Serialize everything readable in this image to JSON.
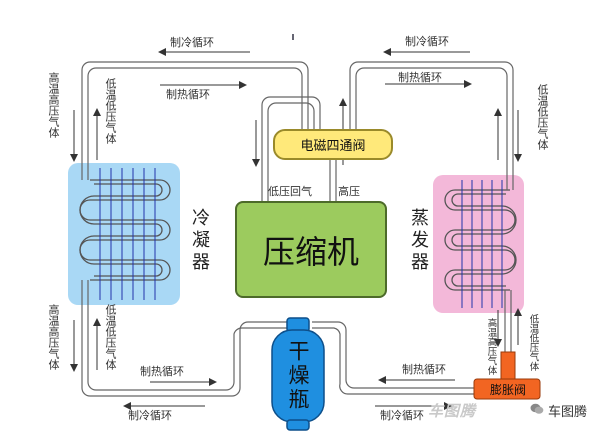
{
  "labels": {
    "cool_cycle_top_left": "制冷循环",
    "heat_cycle_top_left": "制热循环",
    "cool_cycle_top_right": "制冷循环",
    "heat_cycle_top_right": "制热循环",
    "high_temp_gas_left": "高温高压气体",
    "low_temp_gas_left": "低温低压气体",
    "low_temp_gas_right": "低温低压气体",
    "four_way_valve": "电磁四通阀",
    "low_pressure_return": "低压回气",
    "high_pressure": "高压",
    "compressor": "压缩机",
    "condenser": "冷凝器",
    "evaporator": "蒸发器",
    "high_temp_gas_left_bottom": "高温高压气体",
    "low_temp_gas_left_bottom": "低温低压气体",
    "high_temp_gas_right_bottom": "高温高压气体",
    "low_temp_gas_right_bottom": "低温低压气体",
    "heat_cycle_bottom_left": "制热循环",
    "cool_cycle_bottom_left": "制冷循环",
    "heat_cycle_bottom_right": "制热循环",
    "cool_cycle_bottom_right": "制冷循环",
    "drier": "干燥瓶",
    "expansion_valve": "膨胀阀"
  },
  "watermark": {
    "logo": "车图腾",
    "brand": "车图腾"
  },
  "colors": {
    "condenser": "#a9d8f5",
    "evaporator": "#f3b8d9",
    "compressor": "#9ccb5e",
    "valve": "#ffe97a",
    "drier": "#1f8fe0",
    "expansion_valve": "#f26522",
    "pipe": "#666666"
  }
}
